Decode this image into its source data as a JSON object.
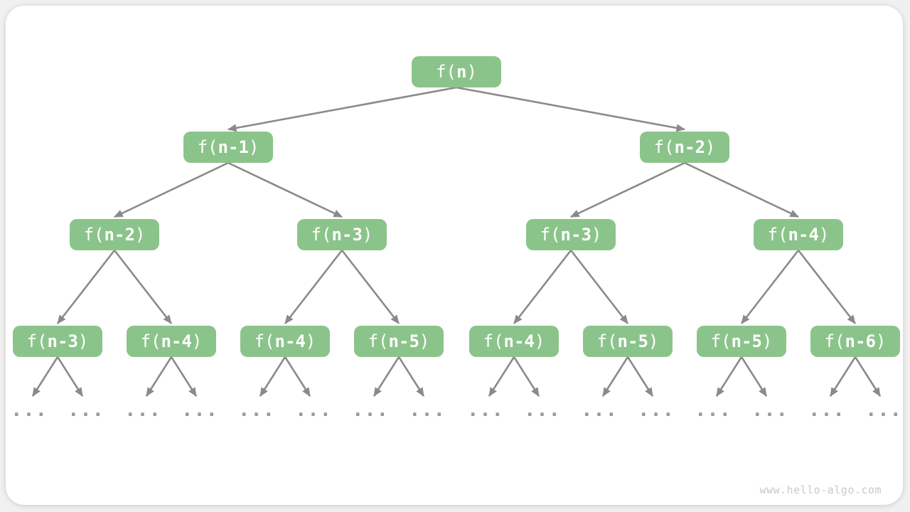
{
  "watermark": "www.hello-algo.com",
  "colors": {
    "node_bg": "#8bc48b",
    "node_text": "#ffffff",
    "arrow": "#8a8a8a",
    "dots": "#9a9a9a",
    "watermark": "#c9c9c9",
    "card_bg": "#ffffff",
    "page_bg": "#f0f0f0"
  },
  "tree": {
    "description": "recursion tree",
    "levels": [
      {
        "nodes": [
          {
            "pre": "f(",
            "bold": "n",
            "post": ")"
          }
        ]
      },
      {
        "nodes": [
          {
            "pre": "f(",
            "bold": "n-1",
            "post": ")"
          },
          {
            "pre": "f(",
            "bold": "n-2",
            "post": ")"
          }
        ]
      },
      {
        "nodes": [
          {
            "pre": "f(",
            "bold": "n-2",
            "post": ")"
          },
          {
            "pre": "f(",
            "bold": "n-3",
            "post": ")"
          },
          {
            "pre": "f(",
            "bold": "n-3",
            "post": ")"
          },
          {
            "pre": "f(",
            "bold": "n-4",
            "post": ")"
          }
        ]
      },
      {
        "nodes": [
          {
            "pre": "f(",
            "bold": "n-3",
            "post": ")"
          },
          {
            "pre": "f(",
            "bold": "n-4",
            "post": ")"
          },
          {
            "pre": "f(",
            "bold": "n-4",
            "post": ")"
          },
          {
            "pre": "f(",
            "bold": "n-5",
            "post": ")"
          },
          {
            "pre": "f(",
            "bold": "n-4",
            "post": ")"
          },
          {
            "pre": "f(",
            "bold": "n-5",
            "post": ")"
          },
          {
            "pre": "f(",
            "bold": "n-5",
            "post": ")"
          },
          {
            "pre": "f(",
            "bold": "n-6",
            "post": ")"
          }
        ]
      }
    ],
    "leaves": [
      "...",
      "...",
      "...",
      "...",
      "...",
      "...",
      "...",
      "...",
      "...",
      "...",
      "...",
      "...",
      "...",
      "...",
      "...",
      "..."
    ]
  }
}
